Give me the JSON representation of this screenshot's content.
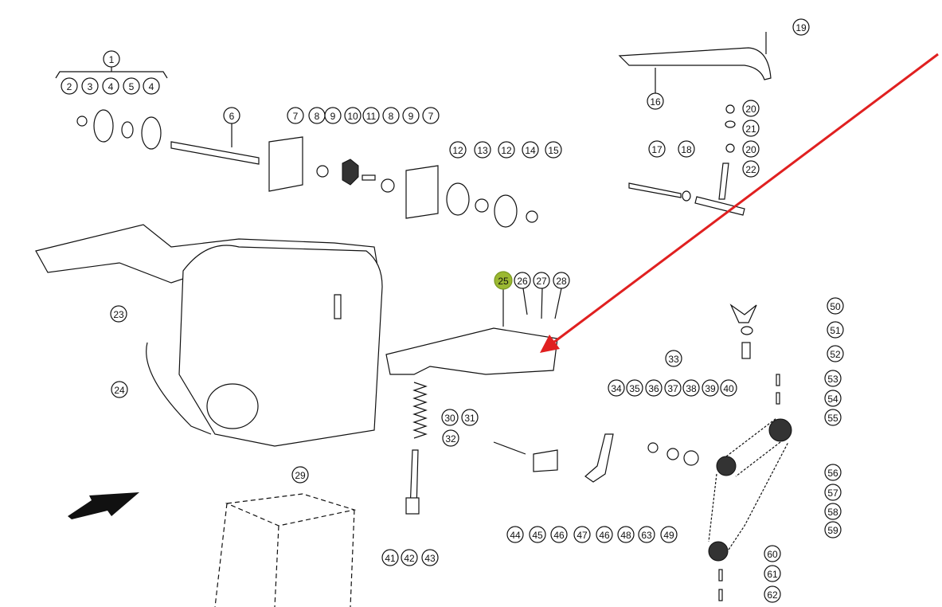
{
  "diagram": {
    "highlighted_part": "25",
    "highlight_color": "#9bb832",
    "pointer_arrow_color": "#e02020",
    "callouts": [
      "1",
      "2",
      "3",
      "4",
      "5",
      "4",
      "6",
      "7",
      "8",
      "9",
      "10",
      "11",
      "8",
      "9",
      "7",
      "12",
      "13",
      "12",
      "14",
      "15",
      "19",
      "16",
      "20",
      "21",
      "20",
      "22",
      "17",
      "18",
      "23",
      "24",
      "25",
      "26",
      "27",
      "28",
      "50",
      "51",
      "52",
      "33",
      "34",
      "35",
      "36",
      "37",
      "38",
      "39",
      "40",
      "53",
      "54",
      "55",
      "56",
      "57",
      "58",
      "59",
      "60",
      "61",
      "62",
      "30",
      "31",
      "32",
      "29",
      "44",
      "45",
      "46",
      "47",
      "46",
      "48",
      "63",
      "49",
      "41",
      "42",
      "43"
    ]
  }
}
